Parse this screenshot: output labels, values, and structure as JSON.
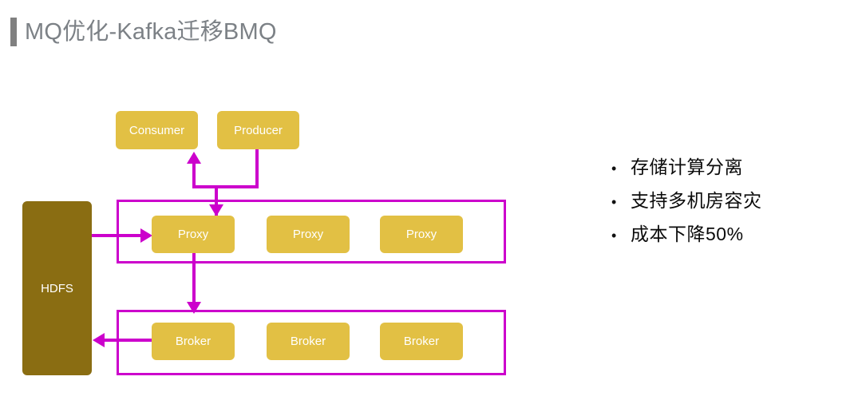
{
  "slide": {
    "title": "MQ优化-Kafka迁移BMQ",
    "accent_bar_color": "#808080",
    "title_color": "#7c8186",
    "background": "#ffffff"
  },
  "colors": {
    "node_amber": "#e2c044",
    "node_olive": "#8a6d12",
    "connector_magenta": "#cc00cc",
    "node_label": "#ffffff"
  },
  "diagram": {
    "clients": [
      {
        "label": "Consumer",
        "name": "consumer"
      },
      {
        "label": "Producer",
        "name": "producer"
      }
    ],
    "storage": {
      "label": "HDFS",
      "name": "hdfs"
    },
    "proxy_layer": {
      "name": "proxy-group",
      "nodes": [
        {
          "label": "Proxy"
        },
        {
          "label": "Proxy"
        },
        {
          "label": "Proxy"
        }
      ]
    },
    "broker_layer": {
      "name": "broker-group",
      "nodes": [
        {
          "label": "Broker"
        },
        {
          "label": "Broker"
        },
        {
          "label": "Broker"
        }
      ]
    }
  },
  "bullets": {
    "marker": "•",
    "items": [
      {
        "text": "存储计算分离"
      },
      {
        "text": "支持多机房容灾"
      },
      {
        "text": "成本下降50%"
      }
    ]
  }
}
